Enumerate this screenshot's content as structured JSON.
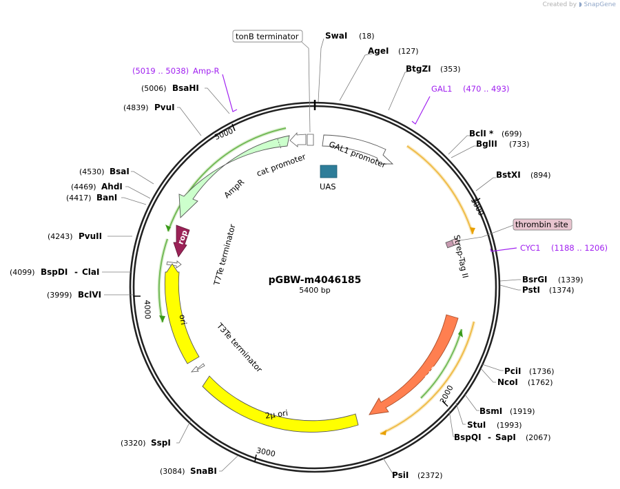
{
  "credit": {
    "created_by": "Created by",
    "brand": "SnapGene"
  },
  "plasmid": {
    "name": "pGBW-m4046185",
    "length": "5400 bp"
  },
  "ticks": [
    "1000",
    "2000",
    "3000",
    "4000",
    "5000"
  ],
  "sites": [
    {
      "name": "SwaI",
      "pos": "(18)"
    },
    {
      "name": "AgeI",
      "pos": "(127)"
    },
    {
      "name": "BtgZI",
      "pos": "(353)"
    },
    {
      "name": "BclI *",
      "pos": "(699)"
    },
    {
      "name": "BglII",
      "pos": "(733)"
    },
    {
      "name": "BstXI",
      "pos": "(894)"
    },
    {
      "name": "BsrGI",
      "pos": "(1339)"
    },
    {
      "name": "PstI",
      "pos": "(1374)"
    },
    {
      "name": "PciI",
      "pos": "(1736)"
    },
    {
      "name": "NcoI",
      "pos": "(1762)"
    },
    {
      "name": "BsmI",
      "pos": "(1919)"
    },
    {
      "name": "StuI",
      "pos": "(1993)"
    },
    {
      "name": "BspQI",
      "name2": "SapI",
      "pos": "(2067)"
    },
    {
      "name": "PsiI",
      "pos": "(2372)"
    },
    {
      "name": "SnaBI",
      "pos": "(3084)"
    },
    {
      "name": "SspI",
      "pos": "(3320)"
    },
    {
      "name": "BclVI",
      "pos": "(3999)"
    },
    {
      "name": "BspDI",
      "name2": "ClaI",
      "pos": "(4099)"
    },
    {
      "name": "PvuII",
      "pos": "(4243)"
    },
    {
      "name": "BanI",
      "pos": "(4417)"
    },
    {
      "name": "AhdI",
      "pos": "(4469)"
    },
    {
      "name": "BsaI",
      "pos": "(4530)"
    },
    {
      "name": "PvuI",
      "pos": "(4839)"
    },
    {
      "name": "BsaHI",
      "pos": "(5006)"
    }
  ],
  "primers": [
    {
      "name": "GAL1",
      "range": "(470 .. 493)"
    },
    {
      "name": "CYC1",
      "range": "(1188 .. 1206)"
    },
    {
      "name": "Amp-R",
      "range": "(5019 .. 5038)"
    }
  ],
  "boxed_labels": [
    "tonB terminator",
    "thrombin site"
  ],
  "features": {
    "gal1_promoter": "GAL1 promoter",
    "uas": "UAS",
    "strep_tag": "Strep-Tag II",
    "ura3": "URA3",
    "two_micron": "2μ ori",
    "ori": "ori",
    "rop": "rop",
    "ampr": "AmpR",
    "cat_promoter": "cat promoter",
    "t7te": "T7Te terminator",
    "t3te": "T3Te terminator"
  },
  "colors": {
    "backbone": "#222222",
    "ura3": "#ff7f50",
    "two_micron": "#ffff00",
    "ori": "#ffff00",
    "rop": "#9b2257",
    "ampr": "#ccffcc",
    "uas": "#2e7d99",
    "primer": "#a020f0",
    "orf_orange": "#e8a000",
    "orf_green": "#3a9a1a",
    "thrombin_fill": "#e8c4cf"
  }
}
